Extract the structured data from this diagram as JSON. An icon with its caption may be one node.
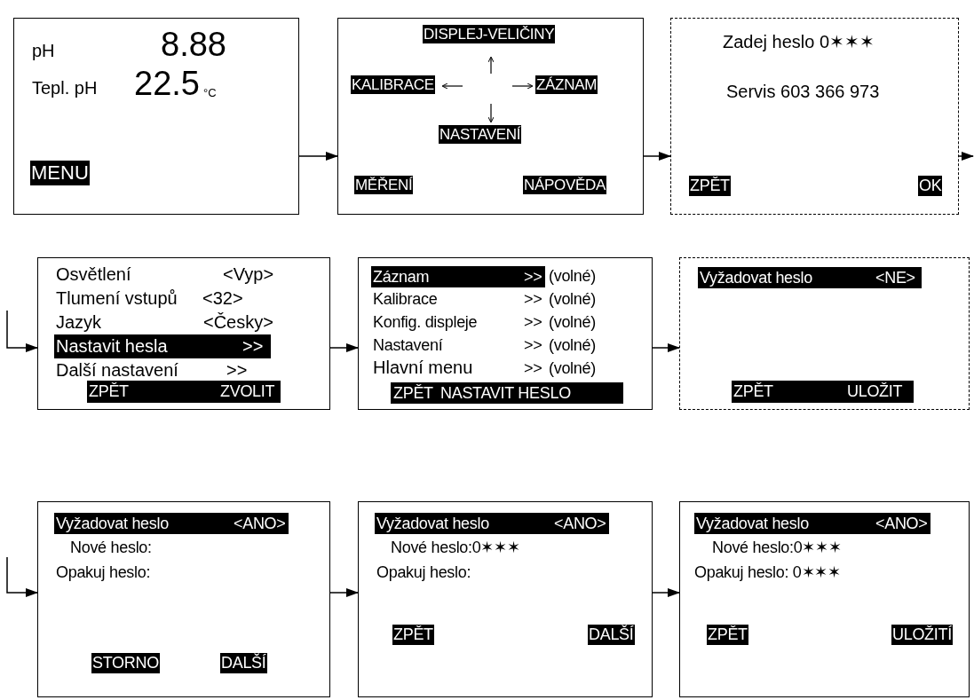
{
  "diagram": {
    "nodes": [
      {
        "text": [
          "pH",
          "8.88",
          "Tepl. pH",
          "22.5",
          "°C",
          "MENU"
        ]
      },
      {
        "text": [
          "DISPLEJ-VELIČINY",
          "KALIBRACE",
          "ZÁZNAM",
          "NASTAVENÍ",
          "MĚŘENÍ",
          "NÁPOVĚDA"
        ]
      },
      {
        "text": [
          "Zadej heslo 0✶✶✶",
          "Servis 603 366 973",
          "ZPĚT",
          "OK"
        ]
      },
      {
        "text": [
          "Osvětlení",
          "<Vyp>",
          "Tlumení vstupů",
          "<32>",
          "Jazyk",
          "<Česky>",
          "Nastavit hesla",
          ">>",
          "Další nastavení",
          ">>",
          "ZPĚT",
          "ZVOLIT"
        ]
      },
      {
        "text": [
          "Záznam",
          ">>",
          "(volné)",
          "Kalibrace",
          ">>",
          "(volné)",
          "Konfig. displeje",
          ">>",
          "(volné)",
          "Nastavení",
          ">>",
          "(volné)",
          "Hlavní menu",
          ">>",
          "(volné)",
          "ZPĚT",
          "NASTAVIT HESLO"
        ]
      },
      {
        "text": [
          "Vyžadovat heslo",
          "<NE>",
          "ZPĚT",
          "ULOŽIT"
        ]
      },
      {
        "text": [
          "Vyžadovat heslo",
          "<ANO>",
          "Nové heslo:",
          "Opakuj heslo:",
          "STORNO",
          "DALŠÍ"
        ]
      },
      {
        "text": [
          "Vyžadovat heslo",
          "<ANO>",
          "Nové heslo:0✶✶✶",
          "Opakuj heslo:",
          "ZPĚT",
          "DALŠÍ"
        ]
      },
      {
        "text": [
          "Vyžadovat heslo",
          "<ANO>",
          "Nové heslo:0✶✶✶",
          "Opakuj heslo: 0✶✶✶",
          "ZPĚT",
          "ULOŽITÍ"
        ]
      }
    ],
    "edges": [
      {
        "from": 0,
        "to": 1,
        "arrow": "to"
      },
      {
        "from": 1,
        "to": 2,
        "arrow": "to"
      },
      {
        "from": 2,
        "to": null,
        "arrow": "to"
      },
      {
        "from": null,
        "to": 3,
        "arrow": "to"
      },
      {
        "from": 3,
        "to": 4,
        "arrow": "to"
      },
      {
        "from": 4,
        "to": 5,
        "arrow": "to"
      },
      {
        "from": null,
        "to": 6,
        "arrow": "to"
      },
      {
        "from": 6,
        "to": 7,
        "arrow": "to"
      },
      {
        "from": 7,
        "to": 8,
        "arrow": "to"
      }
    ]
  }
}
